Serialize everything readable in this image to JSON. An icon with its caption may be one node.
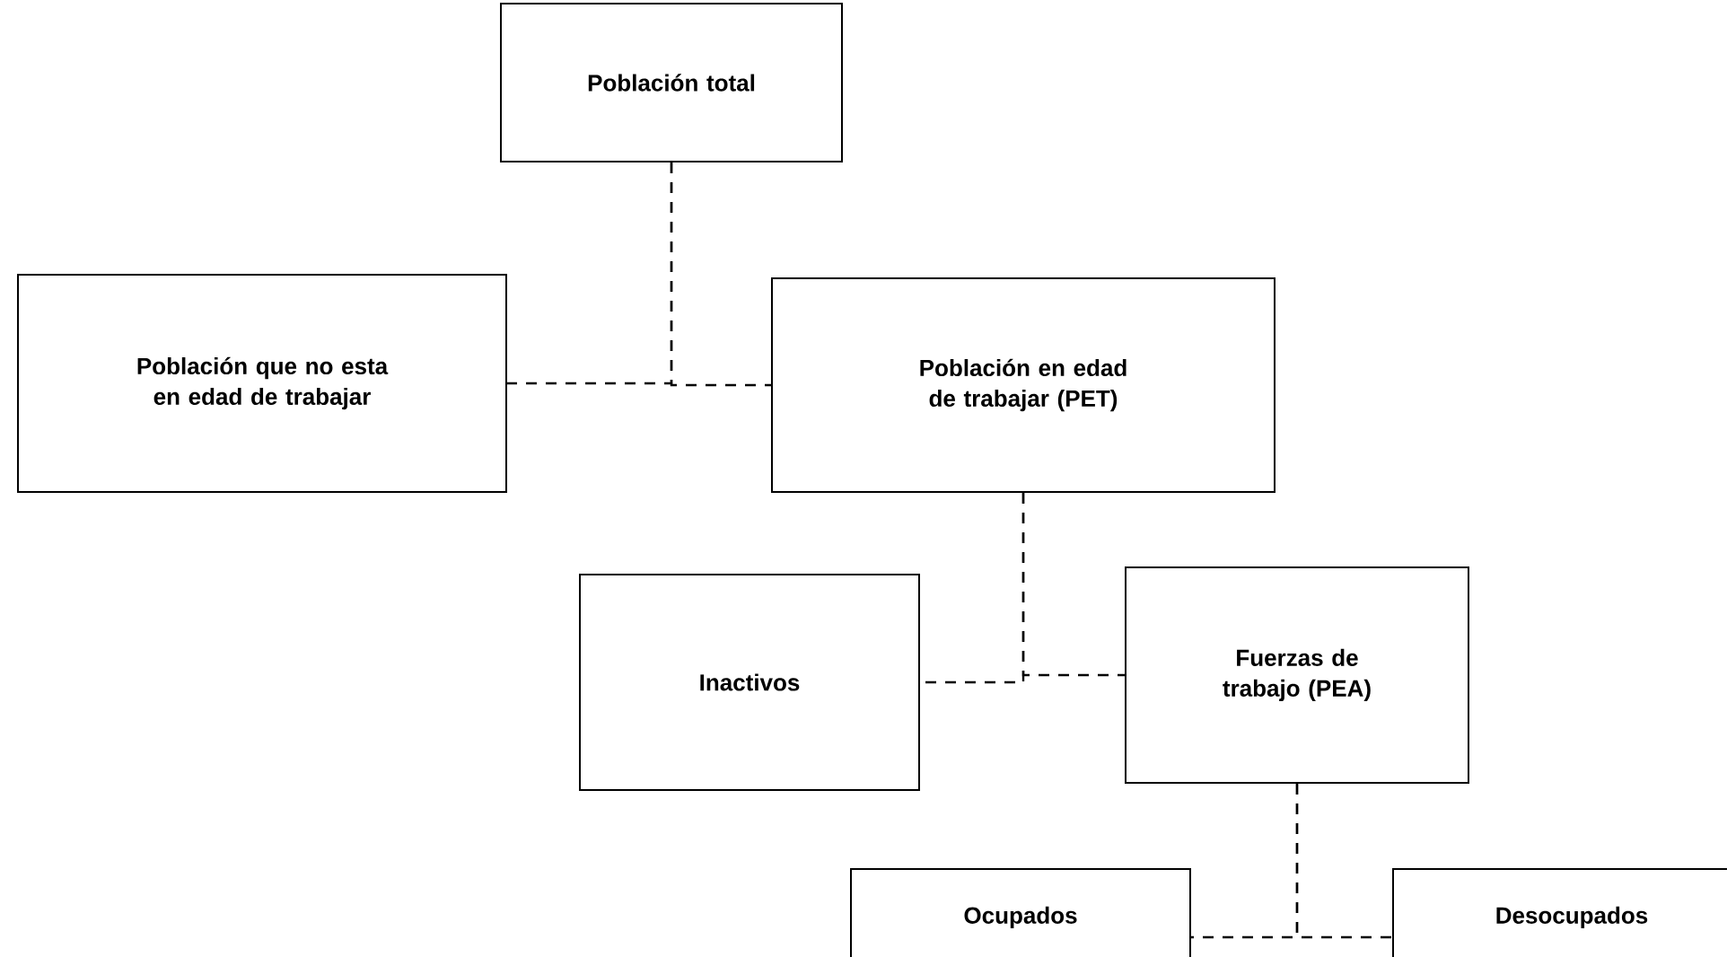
{
  "diagram": {
    "nodes": [
      {
        "text": [
          "Población total"
        ]
      },
      {
        "text": [
          "Población que no esta en edad de trabajar"
        ]
      },
      {
        "text": [
          "Población en edad de trabajar (PET)"
        ]
      },
      {
        "text": [
          "Inactivos"
        ]
      },
      {
        "text": [
          "Fuerzas de trabajo (PEA)"
        ]
      },
      {
        "text": [
          "Ocupados"
        ]
      },
      {
        "text": [
          "Desocupados"
        ]
      }
    ],
    "edges": [
      {
        "from": 0,
        "to": 1,
        "arrow": "none",
        "style": "dashed"
      },
      {
        "from": 0,
        "to": 2,
        "arrow": "none",
        "style": "dashed"
      },
      {
        "from": 2,
        "to": 3,
        "arrow": "none",
        "style": "dashed"
      },
      {
        "from": 2,
        "to": 4,
        "arrow": "none",
        "style": "dashed"
      },
      {
        "from": 4,
        "to": 5,
        "arrow": "none",
        "style": "dashed"
      },
      {
        "from": 4,
        "to": 6,
        "arrow": "none",
        "style": "dashed"
      }
    ]
  }
}
